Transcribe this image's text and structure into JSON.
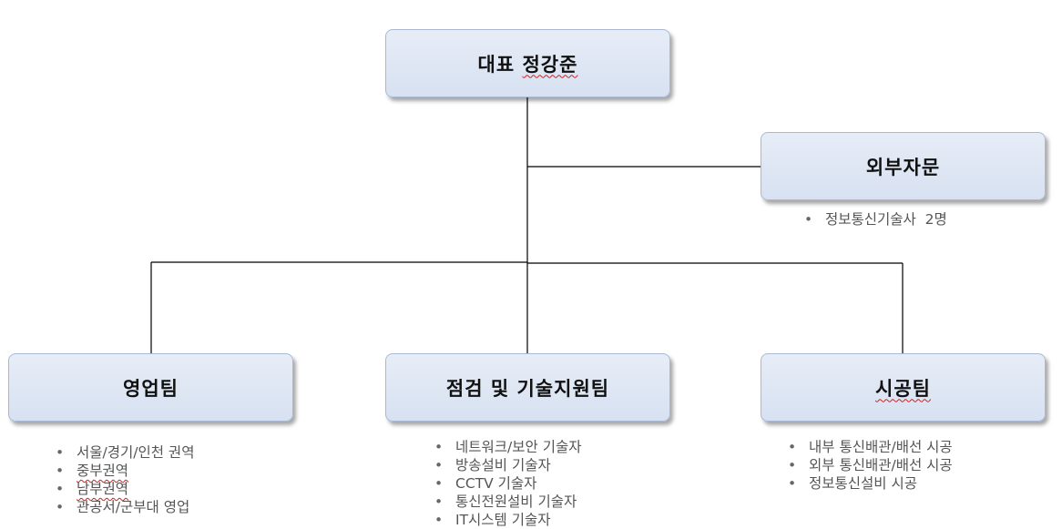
{
  "nodes": {
    "ceo": {
      "title_prefix": "대표 ",
      "title_name": "정강준"
    },
    "advisory": {
      "title": "외부자문",
      "items": [
        "정보통신기술사  2명"
      ]
    },
    "sales": {
      "title": "영업팀",
      "items": [
        "서울/경기/인천 권역",
        "중부권역",
        "남부권역",
        "관공서/군부대 영업"
      ]
    },
    "inspection": {
      "title": "점검 및 기술지원팀",
      "items": [
        "네트워크/보안 기술자",
        "방송설비 기술자",
        "CCTV 기술자",
        "통신전원설비 기술자",
        "IT시스템 기술자"
      ]
    },
    "construction": {
      "title": "시공팀",
      "items": [
        "내부 통신배관/배선 시공",
        "외부 통신배관/배선 시공",
        "정보통신설비 시공"
      ]
    }
  },
  "colors": {
    "box_fill": "#dce4f2",
    "box_border": "#a9b9d3",
    "connector": "#000000",
    "bullet_text": "#555555",
    "spellcheck_underline": "#cc2222"
  }
}
